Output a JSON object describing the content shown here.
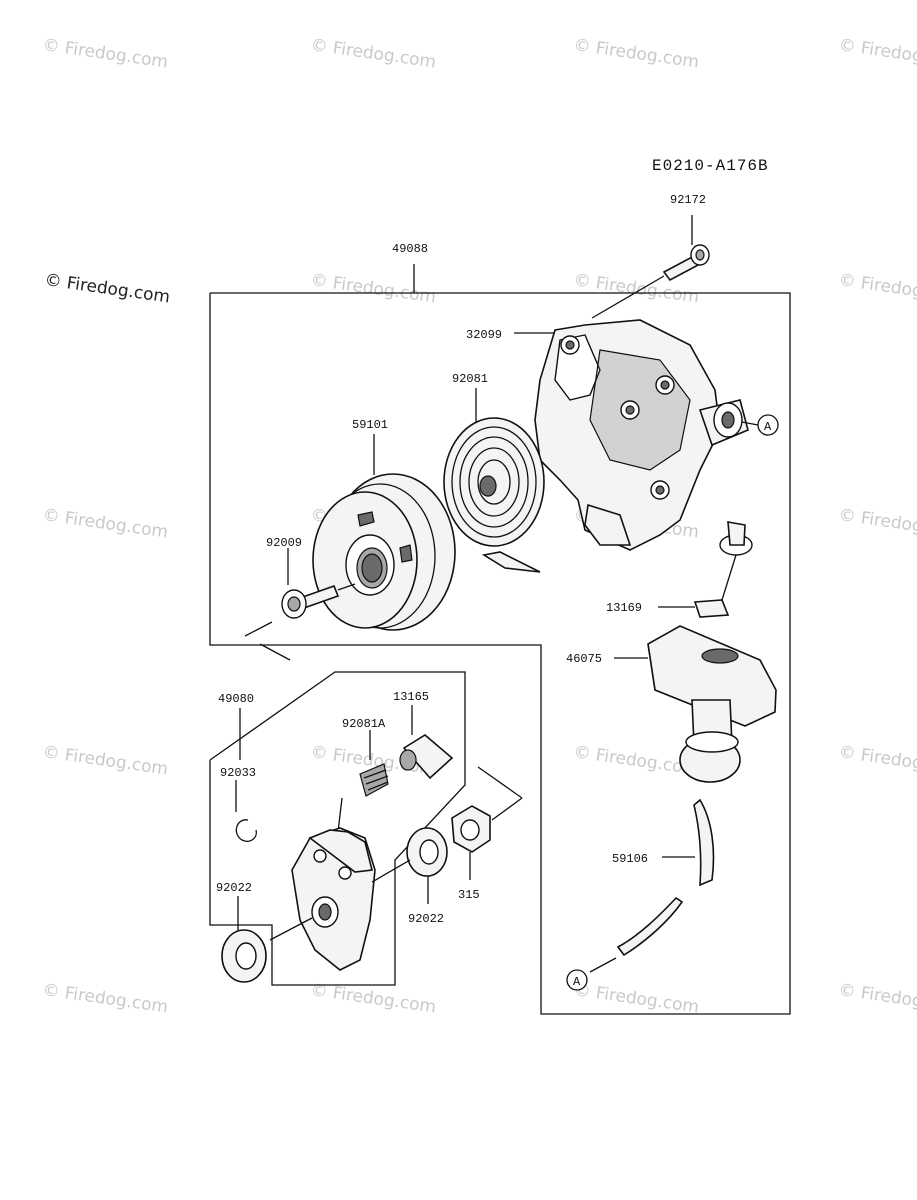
{
  "diagram_code": "E0210-A176B",
  "watermark_text": "© Firedog.com",
  "part_labels": {
    "p92172": "92172",
    "p49088": "49088",
    "p32099": "32099",
    "p92081": "92081",
    "p59101": "59101",
    "p92009": "92009",
    "p13169": "13169",
    "p46075": "46075",
    "p49080": "49080",
    "p13165": "13165",
    "p92081A": "92081A",
    "p92033": "92033",
    "p92022a": "92022",
    "p92022b": "92022",
    "p315": "315",
    "p59106": "59106"
  },
  "ref_markers": {
    "a_top": "A",
    "a_bottom": "A"
  }
}
